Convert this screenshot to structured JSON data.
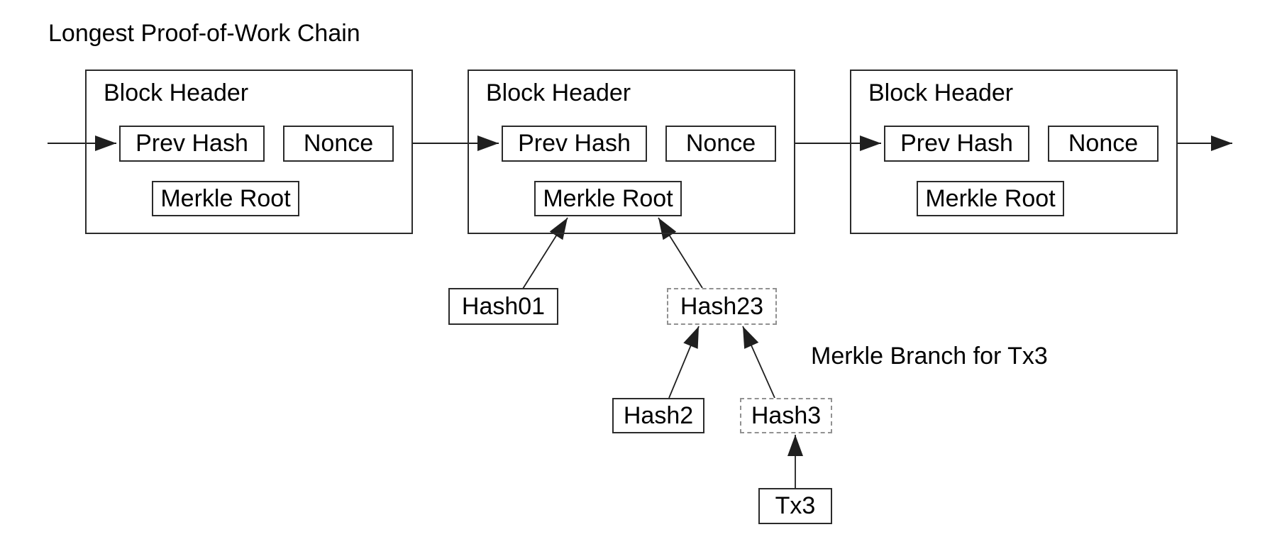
{
  "title": "Longest Proof-of-Work Chain",
  "branch_label": "Merkle Branch for Tx3",
  "blocks": [
    {
      "header": "Block Header",
      "prev_hash": "Prev Hash",
      "nonce": "Nonce",
      "merkle_root": "Merkle Root"
    },
    {
      "header": "Block Header",
      "prev_hash": "Prev Hash",
      "nonce": "Nonce",
      "merkle_root": "Merkle Root"
    },
    {
      "header": "Block Header",
      "prev_hash": "Prev Hash",
      "nonce": "Nonce",
      "merkle_root": "Merkle Root"
    }
  ],
  "merkle": {
    "hash01": "Hash01",
    "hash23": "Hash23",
    "hash2": "Hash2",
    "hash3": "Hash3",
    "tx3": "Tx3"
  },
  "colors": {
    "line": "#1f1f1f",
    "solid_border": "#2b2b2b",
    "dashed_border": "#919191",
    "text": "#000000",
    "background": "#ffffff"
  }
}
